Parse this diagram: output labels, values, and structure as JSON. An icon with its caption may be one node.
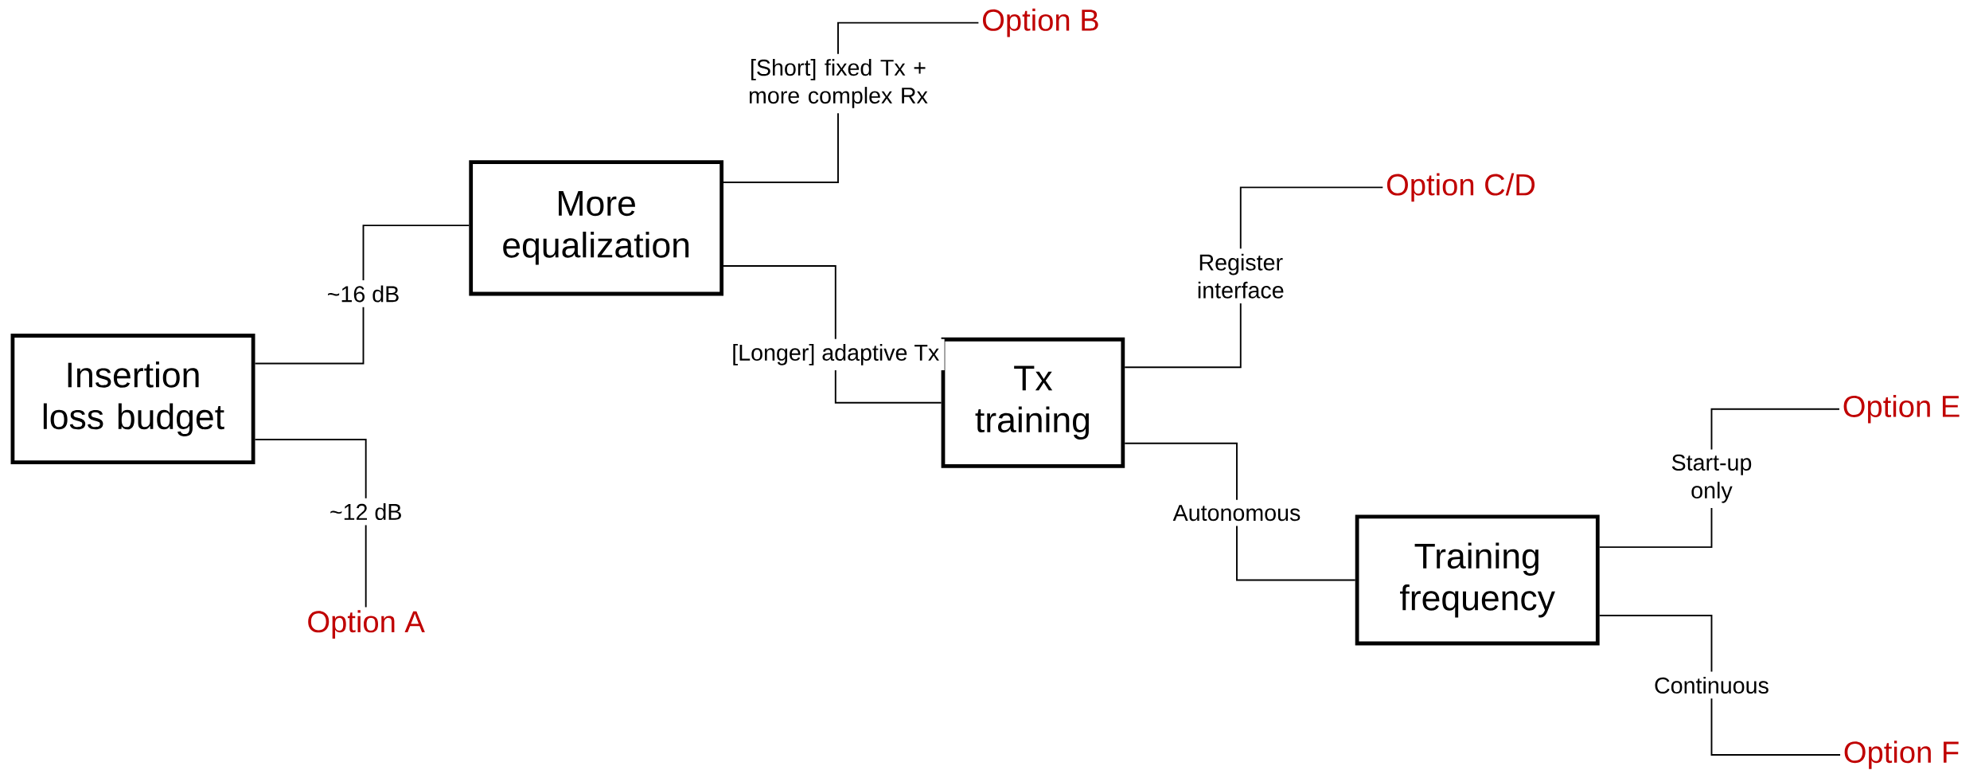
{
  "diagram": {
    "nodes": [
      {
        "text": [
          "Insertion loss budget"
        ]
      },
      {
        "text": [
          "More equalization"
        ]
      },
      {
        "text": [
          "Tx training"
        ]
      },
      {
        "text": [
          "Training frequency"
        ]
      },
      {
        "text": [
          "Option A"
        ]
      },
      {
        "text": [
          "Option B"
        ]
      },
      {
        "text": [
          "Option C/D"
        ]
      },
      {
        "text": [
          "Option E"
        ]
      },
      {
        "text": [
          "Option F"
        ]
      }
    ],
    "edges": [
      {
        "from": 0,
        "to": 1,
        "arrow": "none",
        "label": "~16 dB"
      },
      {
        "from": 0,
        "to": 4,
        "arrow": "none",
        "label": "~12 dB"
      },
      {
        "from": 1,
        "to": 5,
        "arrow": "none",
        "label": "[Short] fixed Tx + more complex Rx"
      },
      {
        "from": 1,
        "to": 2,
        "arrow": "none",
        "label": "[Longer] adaptive Tx"
      },
      {
        "from": 2,
        "to": 6,
        "arrow": "none",
        "label": "Register interface"
      },
      {
        "from": 2,
        "to": 3,
        "arrow": "none",
        "label": "Autonomous"
      },
      {
        "from": 3,
        "to": 7,
        "arrow": "none",
        "label": "Start-up only"
      },
      {
        "from": 3,
        "to": 8,
        "arrow": "none",
        "label": "Continuous"
      }
    ]
  }
}
